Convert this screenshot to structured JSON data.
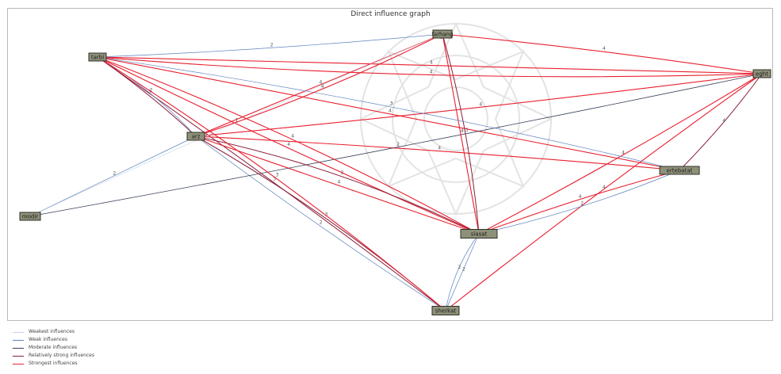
{
  "title": "Direct influence graph",
  "colors": {
    "weakest": "#c6d4e8",
    "weak": "#5f82bd",
    "moderate": "#38405a",
    "relatively_strong": "#8a1f3a",
    "strongest": "#e8202f",
    "node_fill": "#8e9079"
  },
  "legend": [
    {
      "key": "weakest",
      "label": "Weakest influences"
    },
    {
      "key": "weak",
      "label": "Weak influences"
    },
    {
      "key": "moderate",
      "label": "Moderate influences"
    },
    {
      "key": "relatively_strong",
      "label": "Relatively strong influences"
    },
    {
      "key": "strongest",
      "label": "Strongest influences"
    }
  ],
  "nodes": [
    {
      "id": "top",
      "label": "farhang"
    },
    {
      "id": "tr",
      "label": "eght"
    },
    {
      "id": "tl",
      "label": "tarbi"
    },
    {
      "id": "mid",
      "label": "arz"
    },
    {
      "id": "right",
      "label": "ertebatat"
    },
    {
      "id": "left",
      "label": "modir"
    },
    {
      "id": "bc",
      "label": "siasat"
    },
    {
      "id": "bot",
      "label": "sherkat"
    }
  ],
  "edges": [
    {
      "from": "top",
      "to": "tr",
      "w": "strongest",
      "label": "4"
    },
    {
      "from": "tl",
      "to": "tr",
      "w": "strongest",
      "label": "4"
    },
    {
      "from": "tl",
      "to": "top",
      "w": "weak",
      "label": "2"
    },
    {
      "from": "tl",
      "to": "mid",
      "w": "relatively_strong",
      "label": "3"
    },
    {
      "from": "tl",
      "to": "right",
      "w": "strongest",
      "label": "4"
    },
    {
      "from": "tl",
      "to": "bc",
      "w": "strongest",
      "label": "4"
    },
    {
      "from": "tl",
      "to": "bot",
      "w": "relatively_strong",
      "label": "3"
    },
    {
      "from": "mid",
      "to": "top",
      "w": "strongest",
      "label": "4"
    },
    {
      "from": "mid",
      "to": "tr",
      "w": "strongest",
      "label": "4"
    },
    {
      "from": "mid",
      "to": "right",
      "w": "strongest",
      "label": "4"
    },
    {
      "from": "mid",
      "to": "bc",
      "w": "strongest",
      "label": "4"
    },
    {
      "from": "mid",
      "to": "bot",
      "w": "weak",
      "label": "2"
    },
    {
      "from": "mid",
      "to": "tl",
      "w": "weak",
      "label": "2"
    },
    {
      "from": "left",
      "to": "mid",
      "w": "weak",
      "label": "2"
    },
    {
      "from": "left",
      "to": "tr",
      "w": "moderate",
      "label": "2"
    },
    {
      "from": "left",
      "to": "top",
      "w": "weakest",
      "label": "1"
    },
    {
      "from": "bc",
      "to": "top",
      "w": "strongest",
      "label": "4"
    },
    {
      "from": "bc",
      "to": "tr",
      "w": "strongest",
      "label": "4"
    },
    {
      "from": "bc",
      "to": "right",
      "w": "strongest",
      "label": "4"
    },
    {
      "from": "bc",
      "to": "bot",
      "w": "weak",
      "label": "2"
    },
    {
      "from": "bot",
      "to": "bc",
      "w": "weak",
      "label": "2"
    },
    {
      "from": "bot",
      "to": "tr",
      "w": "strongest",
      "label": "4"
    },
    {
      "from": "bot",
      "to": "mid",
      "w": "relatively_strong",
      "label": "3"
    },
    {
      "from": "top",
      "to": "bc",
      "w": "relatively_strong",
      "label": "3"
    },
    {
      "from": "tr",
      "to": "right",
      "w": "relatively_strong",
      "label": "4"
    },
    {
      "from": "right",
      "to": "tl",
      "w": "weak",
      "label": "3"
    },
    {
      "from": "right",
      "to": "bc",
      "w": "weak",
      "label": "2"
    },
    {
      "from": "tr",
      "to": "tl",
      "w": "strongest",
      "label": "4"
    },
    {
      "from": "tl",
      "to": "bc",
      "w": "strongest",
      "label": "4"
    },
    {
      "from": "top",
      "to": "mid",
      "w": "strongest",
      "label": "4"
    },
    {
      "from": "mid",
      "to": "bc",
      "w": "relatively_strong",
      "label": "3"
    },
    {
      "from": "bot",
      "to": "tl",
      "w": "strongest",
      "label": "3"
    }
  ]
}
